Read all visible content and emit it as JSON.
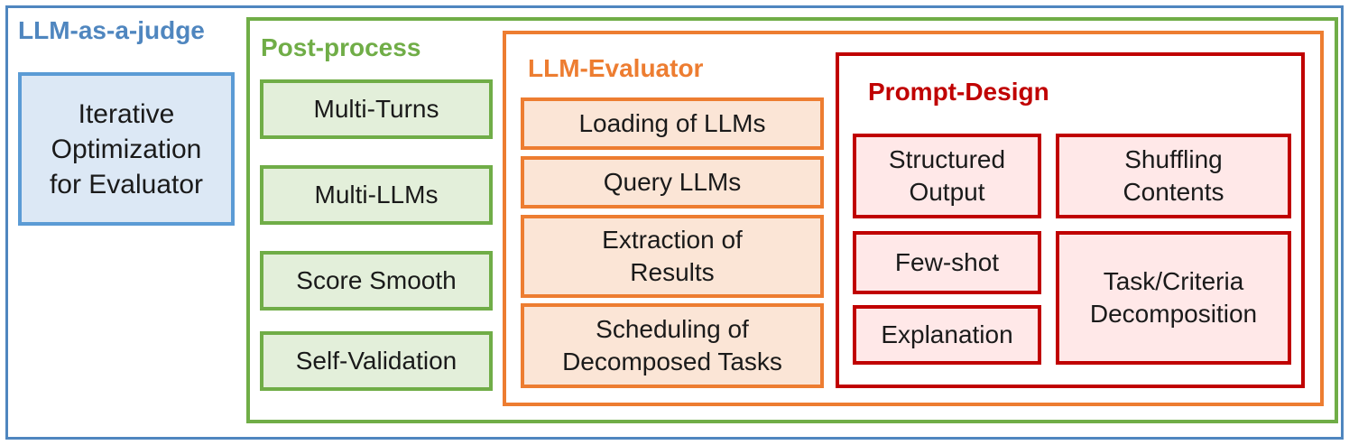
{
  "judge": {
    "title": "LLM-as-a-judge",
    "iterative": "Iterative\nOptimization\nfor Evaluator"
  },
  "post_process": {
    "title": "Post-process",
    "items": [
      "Multi-Turns",
      "Multi-LLMs",
      "Score Smooth",
      "Self-Validation"
    ]
  },
  "evaluator": {
    "title": "LLM-Evaluator",
    "items": [
      "Loading of LLMs",
      "Query LLMs",
      "Extraction of\nResults",
      "Scheduling of\nDecomposed Tasks"
    ]
  },
  "prompt_design": {
    "title": "Prompt-Design",
    "items": [
      "Structured\nOutput",
      "Shuffling\nContents",
      "Few-shot",
      "Task/Criteria\nDecomposition",
      "Explanation"
    ]
  },
  "colors": {
    "judge": "#5b9bd5",
    "post_process": "#70ad47",
    "evaluator": "#ed7d31",
    "prompt_design": "#c00000"
  }
}
